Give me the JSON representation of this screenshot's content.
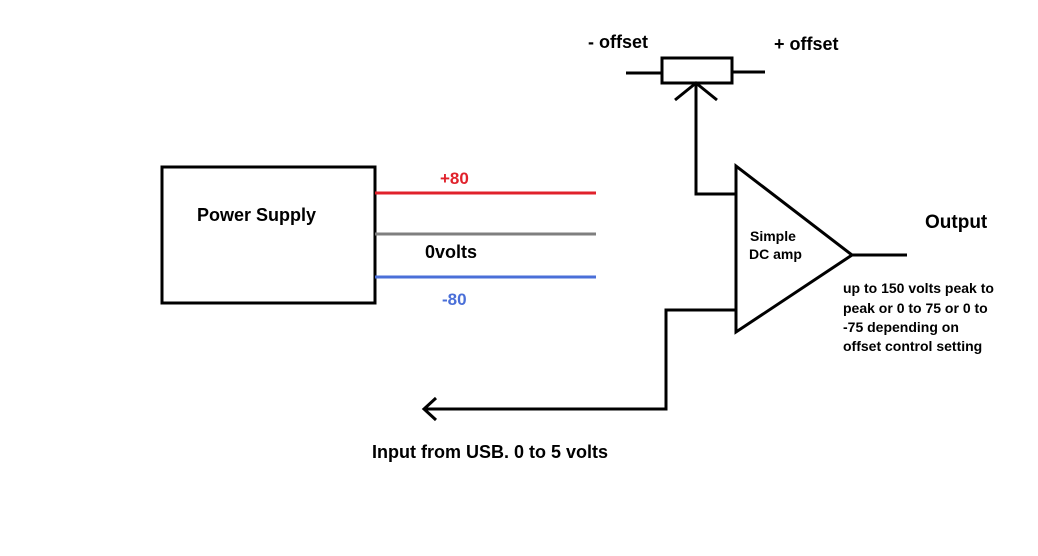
{
  "labels": {
    "power_supply": "Power Supply",
    "plus_80": "+80",
    "zero_volts": "0volts",
    "minus_80": "-80",
    "minus_offset": "- offset",
    "plus_offset": "+ offset",
    "amp_line1": "Simple",
    "amp_line2": "DC amp",
    "output": "Output",
    "output_note": [
      "up to 150 volts peak to",
      "peak or 0 to 75 or 0 to",
      "-75 depending on",
      "offset control setting"
    ],
    "input": "Input from USB. 0 to 5 volts"
  },
  "colors": {
    "plus_rail": "#e0212b",
    "zero_rail": "#7f7f7f",
    "minus_rail": "#4a6fd8",
    "plus_text": "#e0212b",
    "minus_text": "#4a6fd8",
    "line": "#000000"
  }
}
